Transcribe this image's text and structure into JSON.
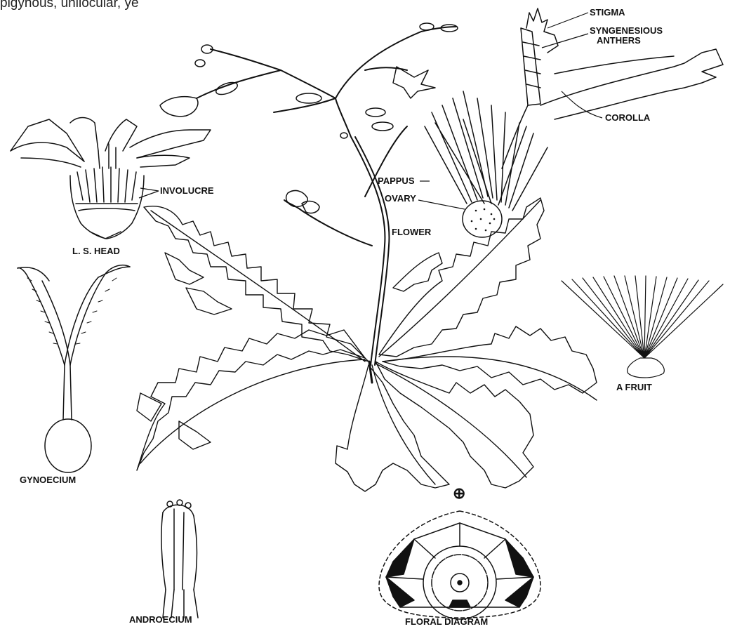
{
  "header_fragment": "pigynous, unilocular, ye",
  "labels": {
    "stigma": "STIGMA",
    "syngenesious_1": "SYNGENESIOUS",
    "syngenesious_2": "ANTHERS",
    "corolla": "COROLLA",
    "pappus": "PAPPUS",
    "ovary": "OVARY",
    "flower": "FLOWER",
    "involucre": "INVOLUCRE",
    "ls_head": "L. S. HEAD",
    "a_fruit": "A FRUIT",
    "gynoecium": "GYNOECIUM",
    "androecium": "ANDROECIUM",
    "floral_diagram": "FLORAL DIAGRAM",
    "bract_symbol": "⊕"
  }
}
